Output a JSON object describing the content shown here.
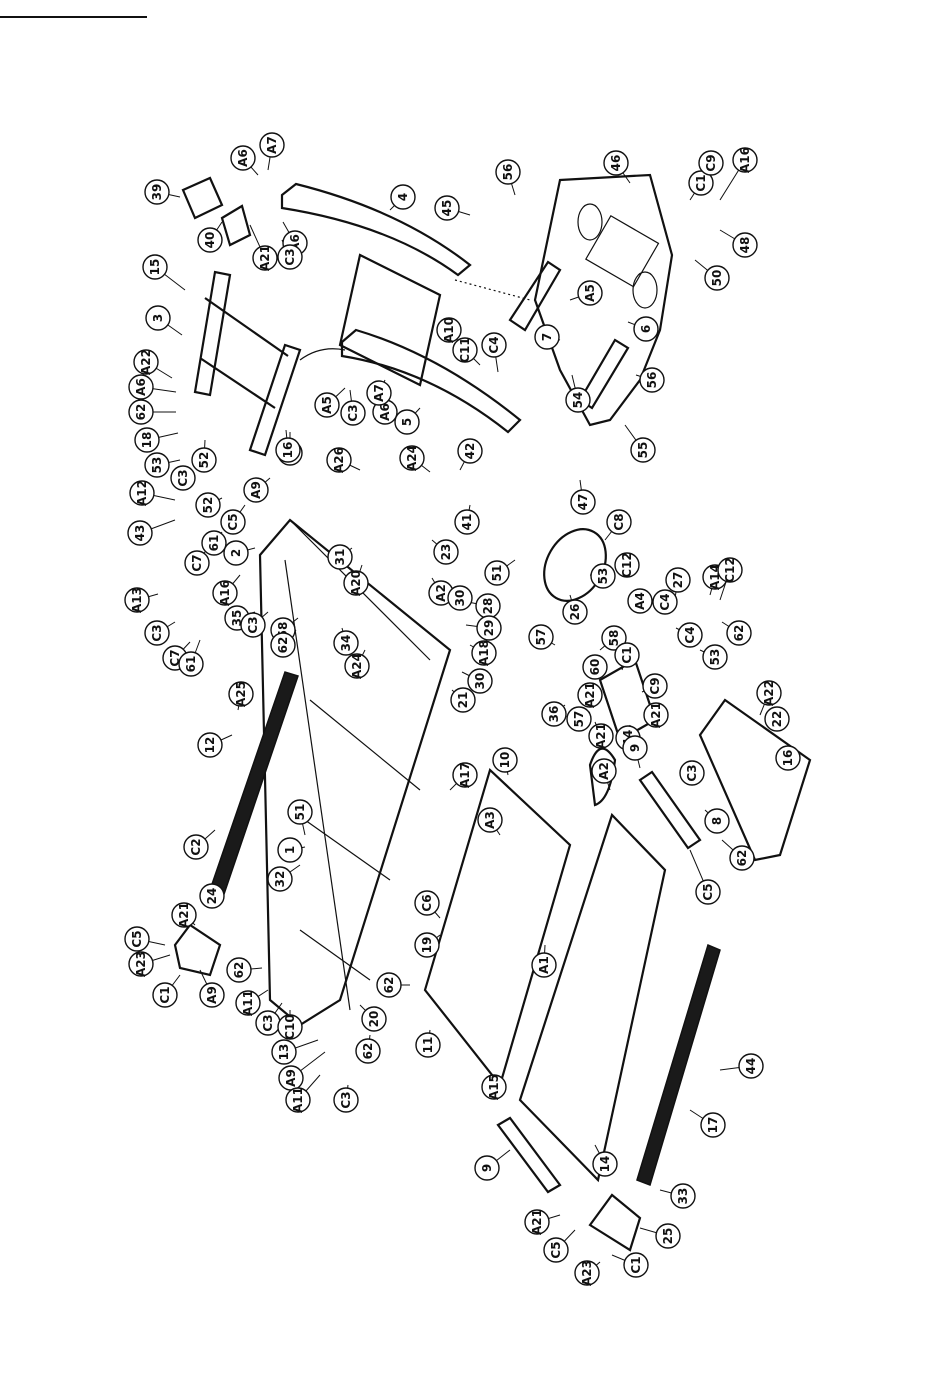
{
  "callouts": [
    {
      "label": "A7"
    },
    {
      "label": "A6"
    },
    {
      "label": "39"
    },
    {
      "label": "40"
    },
    {
      "label": "A21"
    },
    {
      "label": "A6"
    },
    {
      "label": "C3"
    },
    {
      "label": "4"
    },
    {
      "label": "45"
    },
    {
      "label": "56"
    },
    {
      "label": "46"
    },
    {
      "label": "C1"
    },
    {
      "label": "C9"
    },
    {
      "label": "A16"
    },
    {
      "label": "48"
    },
    {
      "label": "50"
    },
    {
      "label": "A5"
    },
    {
      "label": "6"
    },
    {
      "label": "7"
    },
    {
      "label": "54"
    },
    {
      "label": "56"
    },
    {
      "label": "55"
    },
    {
      "label": "15"
    },
    {
      "label": "3"
    },
    {
      "label": "A22"
    },
    {
      "label": "A6"
    },
    {
      "label": "62"
    },
    {
      "label": "18"
    },
    {
      "label": "53"
    },
    {
      "label": "C3"
    },
    {
      "label": "52"
    },
    {
      "label": "49"
    },
    {
      "label": "A10"
    },
    {
      "label": "C11"
    },
    {
      "label": "C4"
    },
    {
      "label": "A5"
    },
    {
      "label": "C3"
    },
    {
      "label": "A6"
    },
    {
      "label": "A7"
    },
    {
      "label": "5"
    },
    {
      "label": "16"
    },
    {
      "label": "A26"
    },
    {
      "label": "A24"
    },
    {
      "label": "42"
    },
    {
      "label": "41"
    },
    {
      "label": "47"
    },
    {
      "label": "A12"
    },
    {
      "label": "43"
    },
    {
      "label": "C5"
    },
    {
      "label": "52"
    },
    {
      "label": "A9"
    },
    {
      "label": "C7"
    },
    {
      "label": "61"
    },
    {
      "label": "2"
    },
    {
      "label": "A16"
    },
    {
      "label": "35"
    },
    {
      "label": "C3"
    },
    {
      "label": "A13"
    },
    {
      "label": "C3"
    },
    {
      "label": "C7"
    },
    {
      "label": "61"
    },
    {
      "label": "58"
    },
    {
      "label": "31"
    },
    {
      "label": "A20"
    },
    {
      "label": "62"
    },
    {
      "label": "34"
    },
    {
      "label": "A24"
    },
    {
      "label": "23"
    },
    {
      "label": "A2"
    },
    {
      "label": "30"
    },
    {
      "label": "28"
    },
    {
      "label": "A18"
    },
    {
      "label": "29"
    },
    {
      "label": "30"
    },
    {
      "label": "21"
    },
    {
      "label": "51"
    },
    {
      "label": "C8"
    },
    {
      "label": "26"
    },
    {
      "label": "53"
    },
    {
      "label": "C12"
    },
    {
      "label": "27"
    },
    {
      "label": "A14"
    },
    {
      "label": "C12"
    },
    {
      "label": "A4"
    },
    {
      "label": "C4"
    },
    {
      "label": "C4"
    },
    {
      "label": "62"
    },
    {
      "label": "53"
    },
    {
      "label": "57"
    },
    {
      "label": "58"
    },
    {
      "label": "60"
    },
    {
      "label": "A21"
    },
    {
      "label": "C1"
    },
    {
      "label": "C9"
    },
    {
      "label": "A21"
    },
    {
      "label": "57"
    },
    {
      "label": "A21"
    },
    {
      "label": "36"
    },
    {
      "label": "44"
    },
    {
      "label": "A25"
    },
    {
      "label": "12"
    },
    {
      "label": "A17"
    },
    {
      "label": "10"
    },
    {
      "label": "A2"
    },
    {
      "label": "9"
    },
    {
      "label": "A3"
    },
    {
      "label": "C3"
    },
    {
      "label": "8"
    },
    {
      "label": "62"
    },
    {
      "label": "C5"
    },
    {
      "label": "A22"
    },
    {
      "label": "22"
    },
    {
      "label": "16"
    },
    {
      "label": "C2"
    },
    {
      "label": "51"
    },
    {
      "label": "1"
    },
    {
      "label": "32"
    },
    {
      "label": "24"
    },
    {
      "label": "A21"
    },
    {
      "label": "C5"
    },
    {
      "label": "A23"
    },
    {
      "label": "C1"
    },
    {
      "label": "A9"
    },
    {
      "label": "62"
    },
    {
      "label": "A11"
    },
    {
      "label": "C3"
    },
    {
      "label": "C10"
    },
    {
      "label": "C6"
    },
    {
      "label": "19"
    },
    {
      "label": "A1"
    },
    {
      "label": "62"
    },
    {
      "label": "13"
    },
    {
      "label": "A9"
    },
    {
      "label": "A11"
    },
    {
      "label": "C3"
    },
    {
      "label": "20"
    },
    {
      "label": "62"
    },
    {
      "label": "11"
    },
    {
      "label": "A15"
    },
    {
      "label": "9"
    },
    {
      "label": "14"
    },
    {
      "label": "44"
    },
    {
      "label": "17"
    },
    {
      "label": "33"
    },
    {
      "label": "A21"
    },
    {
      "label": "C5"
    },
    {
      "label": "25"
    },
    {
      "label": "C1"
    },
    {
      "label": "A23"
    }
  ]
}
